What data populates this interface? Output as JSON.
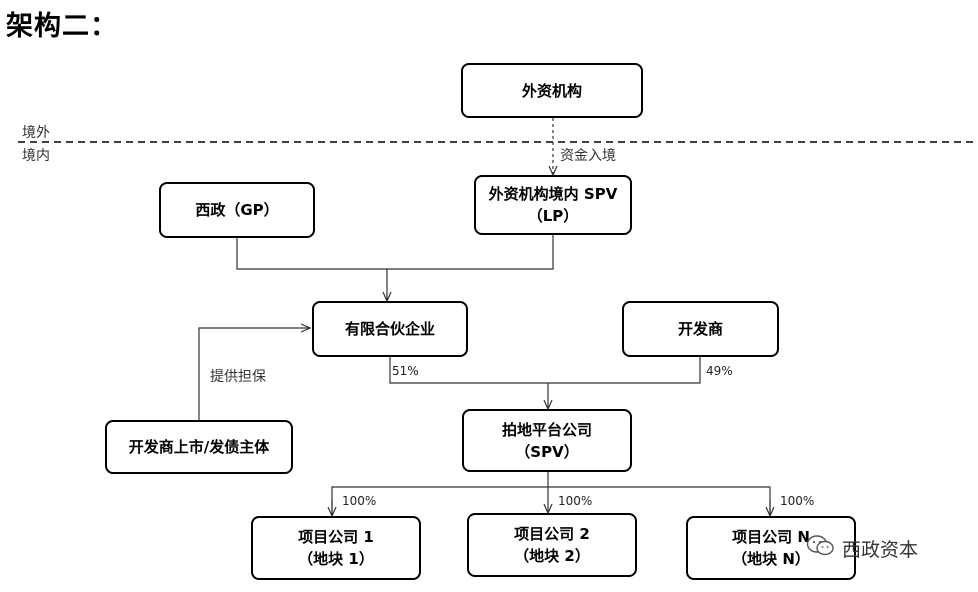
{
  "title": "架构二：",
  "labels": {
    "abroad": "境外",
    "domestic": "境内",
    "capital_inflow": "资金入境",
    "guarantee": "提供担保",
    "pct_51": "51%",
    "pct_49": "49%",
    "pct_100_a": "100%",
    "pct_100_b": "100%",
    "pct_100_c": "100%"
  },
  "nodes": {
    "foreign_institution": {
      "line1": "外资机构"
    },
    "foreign_spv": {
      "line1": "外资机构境内 SPV",
      "line2": "（LP）"
    },
    "xizheng_gp": {
      "line1": "西政（GP）"
    },
    "partnership": {
      "line1": "有限合伙企业"
    },
    "developer": {
      "line1": "开发商"
    },
    "developer_listed": {
      "line1": "开发商上市/发债主体"
    },
    "land_platform": {
      "line1": "拍地平台公司",
      "line2": "（SPV）"
    },
    "project_1": {
      "line1": "项目公司 1",
      "line2": "（地块 1）"
    },
    "project_2": {
      "line1": "项目公司 2",
      "line2": "（地块 2）"
    },
    "project_n": {
      "line1": "项目公司 N",
      "line2": "（地块 N）"
    }
  },
  "watermark": {
    "text": "西政资本",
    "icon": "wechat-icon"
  }
}
